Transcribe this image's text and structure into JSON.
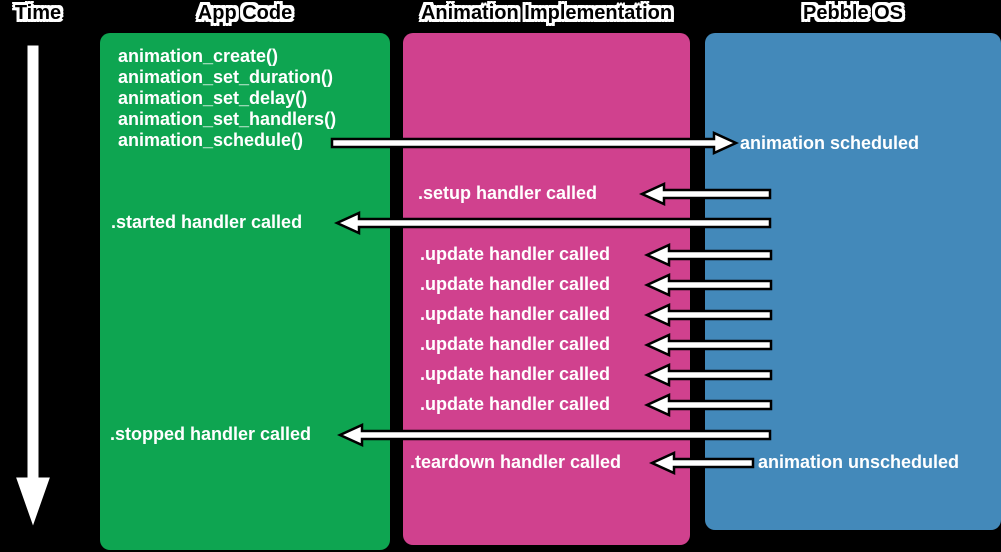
{
  "colors": {
    "background": "#000000",
    "green": "#0ea551",
    "pink": "#d0418e",
    "blue": "#4389ba",
    "text": "#ffffff",
    "arrow_fill": "#ffffff",
    "arrow_stroke": "#000000"
  },
  "headers": {
    "time": "Time",
    "app_code": "App Code",
    "animation_implementation": "Animation Implementation",
    "pebble_os": "Pebble OS"
  },
  "app_code": {
    "calls": [
      "animation_create()",
      "animation_set_duration()",
      "animation_set_delay()",
      "animation_set_handlers()",
      "animation_schedule()"
    ],
    "started": ".started handler called",
    "stopped": ".stopped handler called"
  },
  "animation_implementation": {
    "setup": ".setup handler called",
    "update": ".update handler called",
    "update_repeat": 6,
    "teardown": ".teardown handler called"
  },
  "pebble_os": {
    "scheduled": "animation scheduled",
    "unscheduled": "animation unscheduled"
  }
}
